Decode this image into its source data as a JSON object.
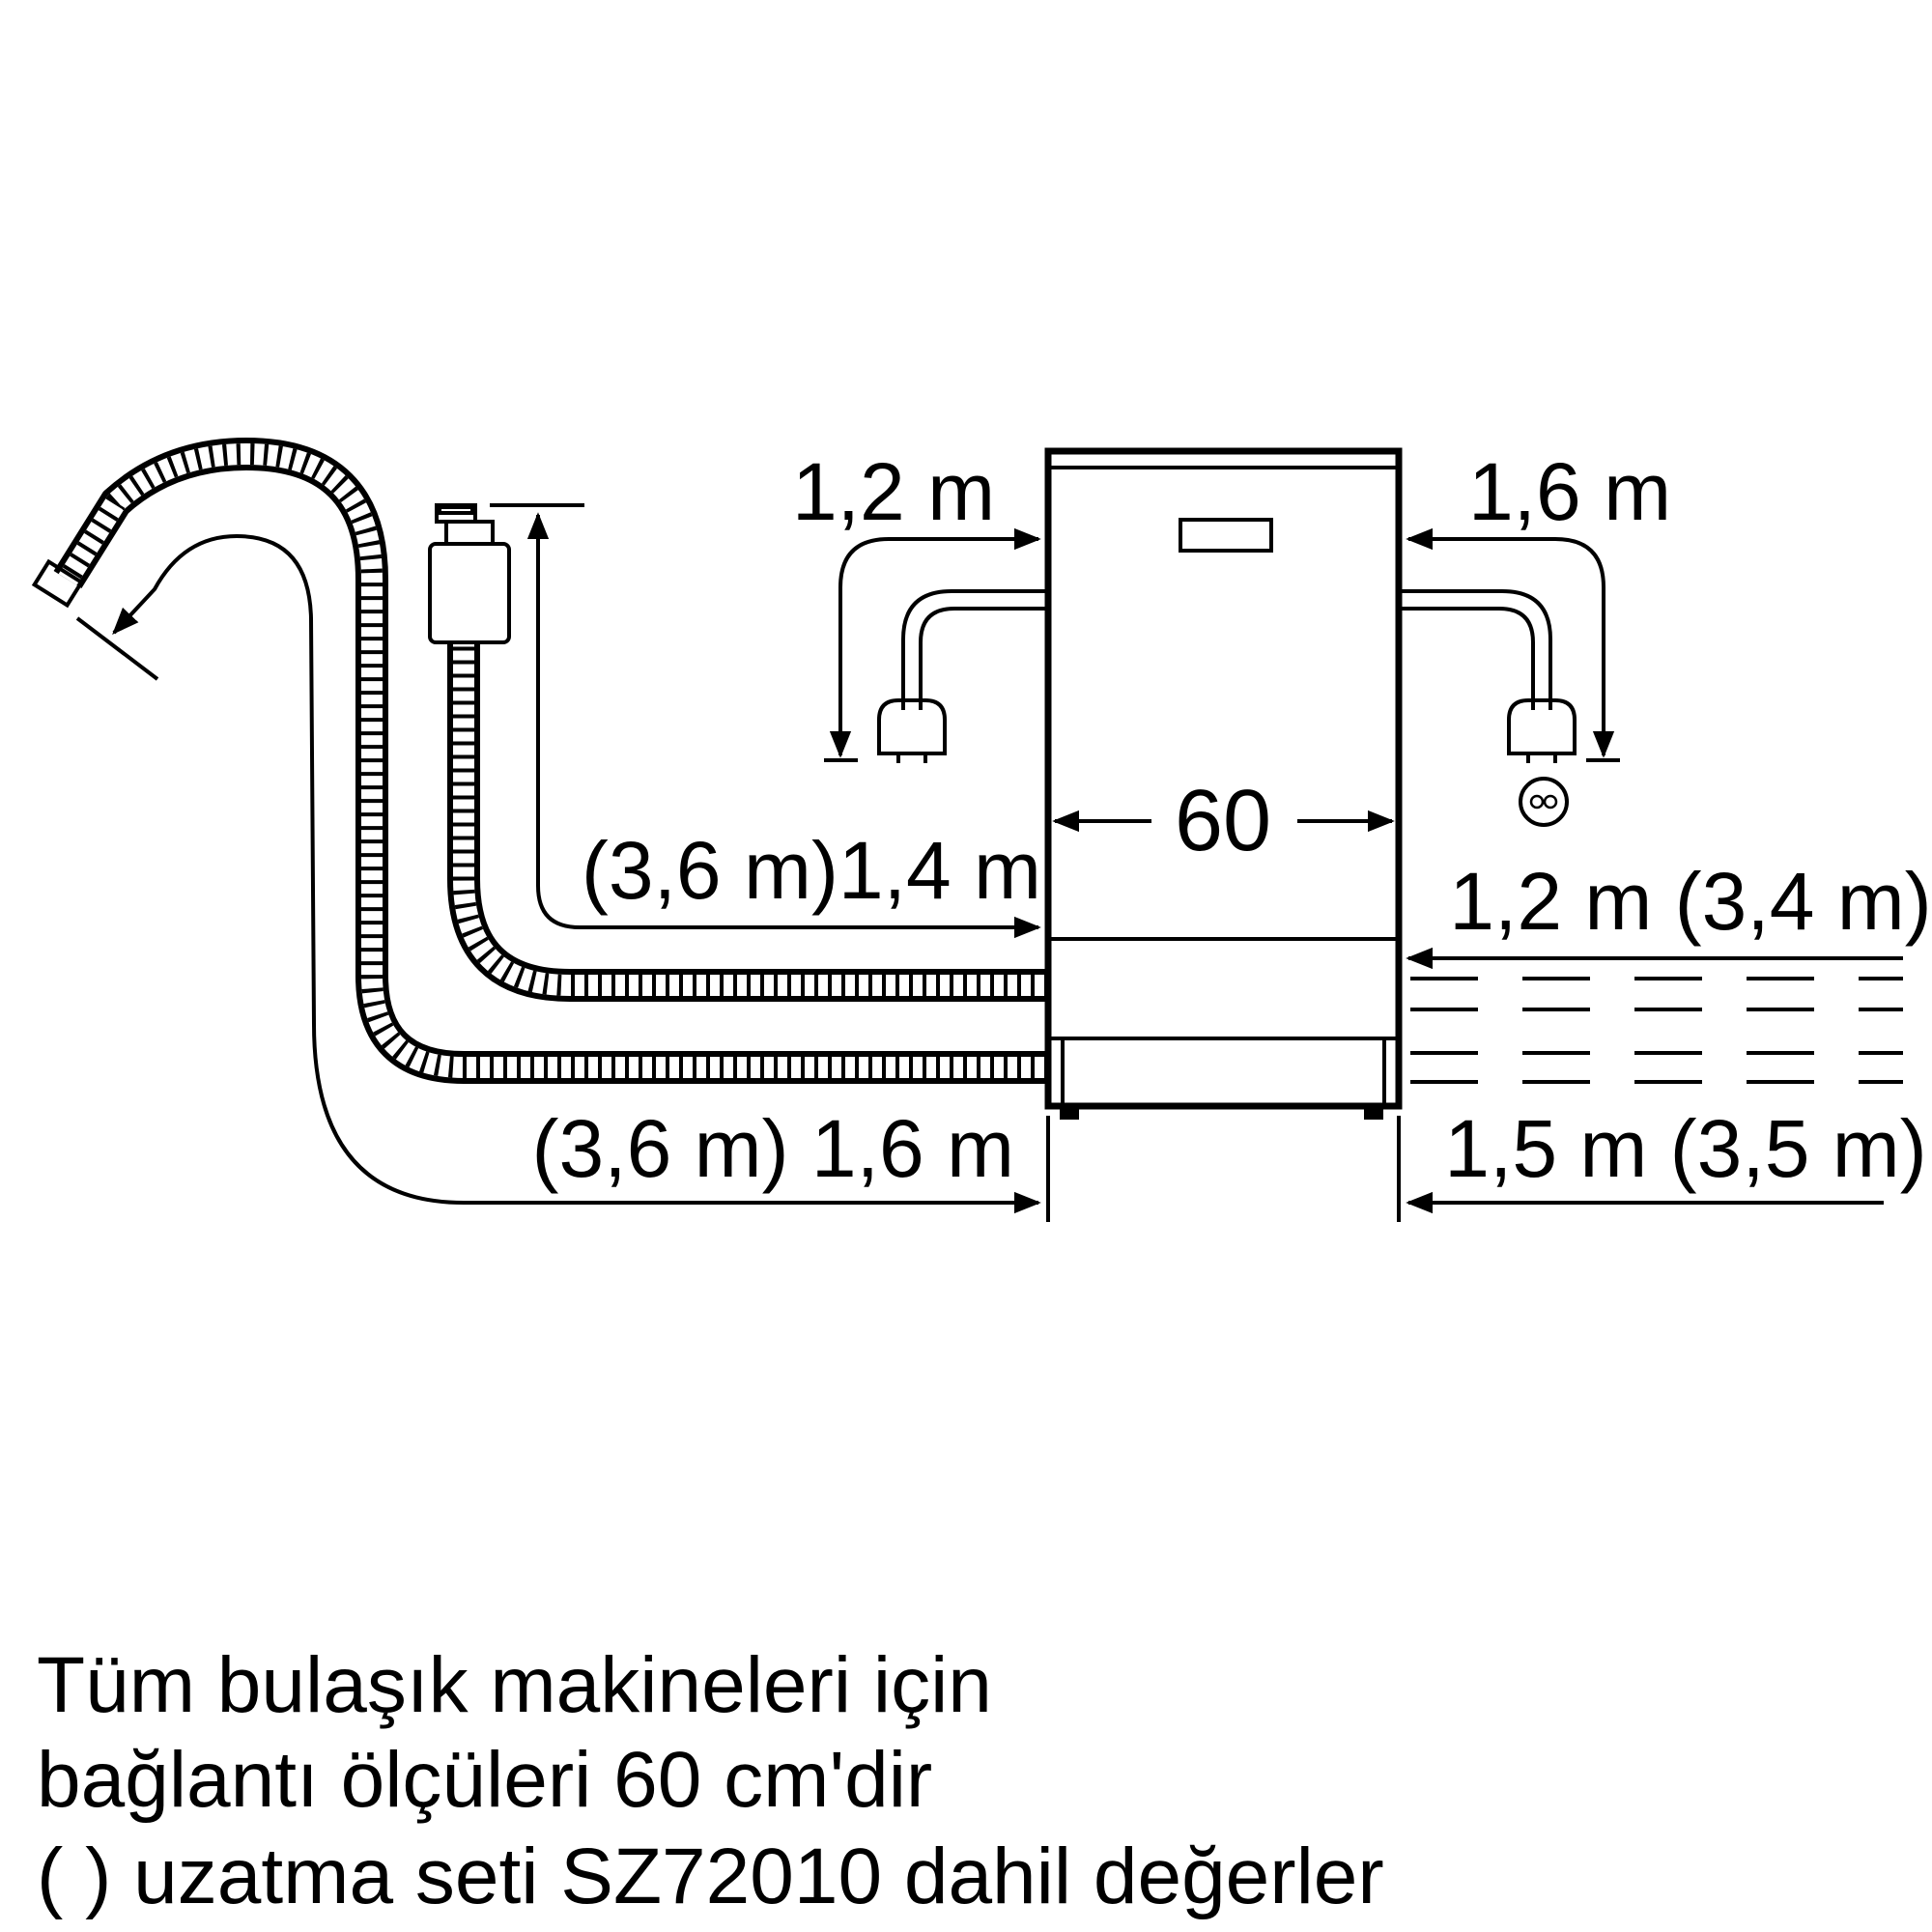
{
  "appliance": {
    "width_label": "60"
  },
  "power_cords": {
    "left_label": "1,2 m",
    "right_label": "1,6 m"
  },
  "hoses": {
    "upper_left_label": "(3,6 m)1,4 m",
    "lower_left_label": "(3,6 m) 1,6 m",
    "upper_right_label": "1,2 m (3,4 m)",
    "lower_right_label": "1,5 m (3,5 m)"
  },
  "caption": {
    "line1": "Tüm bulaşık makineleri için",
    "line2": "bağlantı ölçüleri 60 cm'dir",
    "line3": "( ) uzatma seti SZ72010 dahil değerler"
  },
  "icons": [
    "plug-icon",
    "socket-icon",
    "water-tap-icon",
    "drain-hose-icon",
    "dishwasher-icon"
  ]
}
